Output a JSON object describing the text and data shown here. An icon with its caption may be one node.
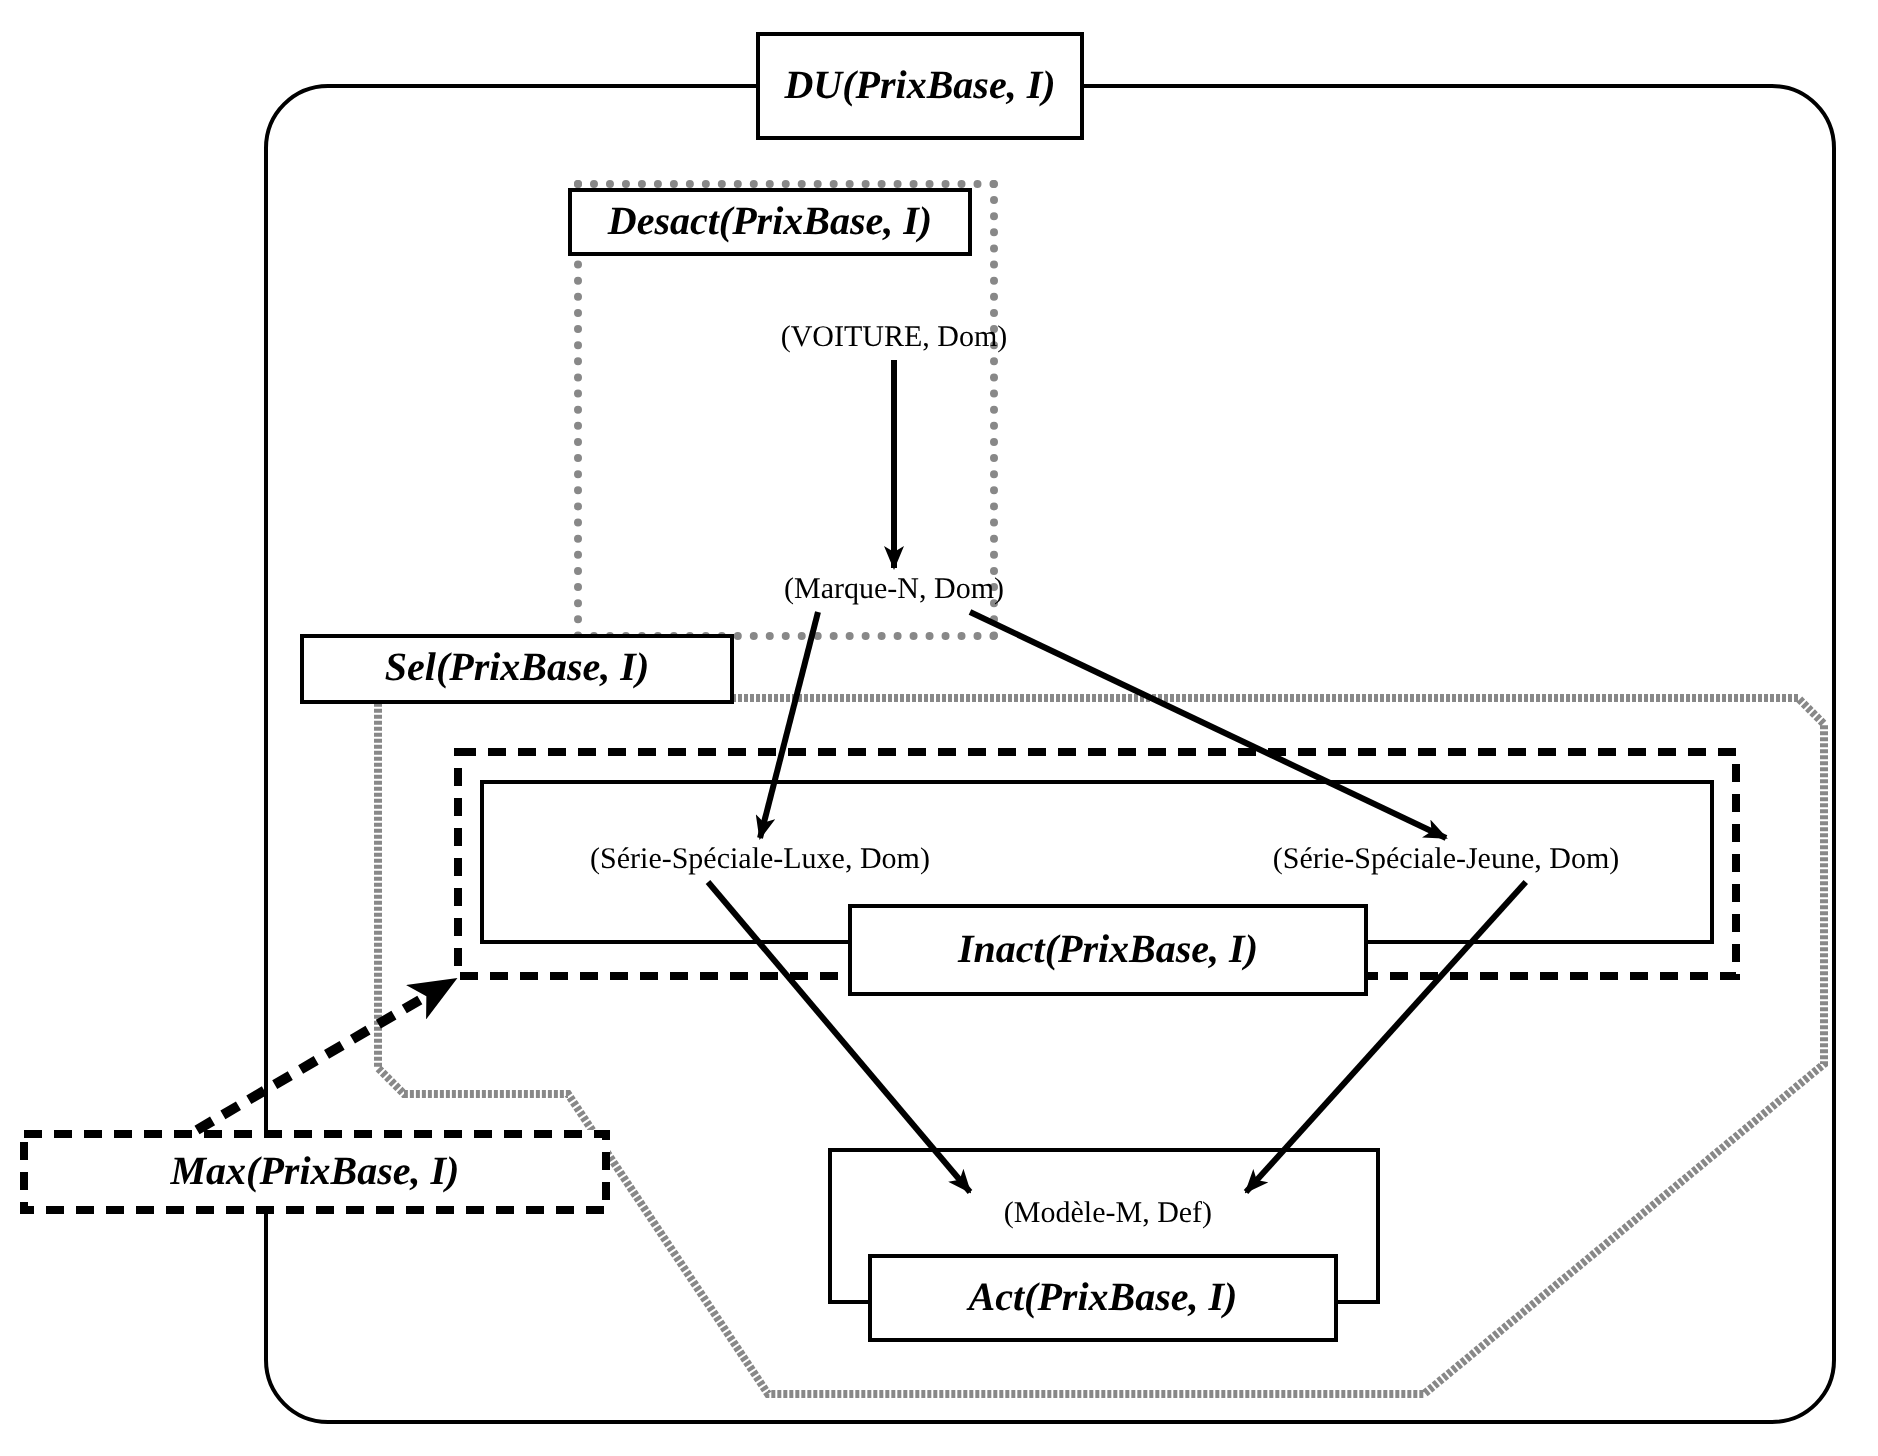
{
  "diagram": {
    "nodes": [
      {
        "text": [
          "DU(PrixBase, I)"
        ]
      },
      {
        "text": [
          "Desact(PrixBase, I)"
        ],
        "in": 0
      },
      {
        "text": [
          "(VOITURE, Dom)"
        ],
        "in": 1
      },
      {
        "text": [
          "(Marque-N, Dom)"
        ],
        "in": 1
      },
      {
        "text": [
          "Sel(PrixBase, I)"
        ],
        "in": 0
      },
      {
        "text": [],
        "shape": "box",
        "in": 4
      },
      {
        "text": [
          "Inact(PrixBase, I)"
        ],
        "in": 5
      },
      {
        "text": [
          "(Série-Spéciale-Luxe, Dom)"
        ],
        "in": 6
      },
      {
        "text": [
          "(Série-Spéciale-Jeune, Dom)"
        ],
        "in": 6
      },
      {
        "text": [
          "Act(PrixBase, I)"
        ],
        "in": 4
      },
      {
        "text": [
          "(Modèle-M, Def)"
        ],
        "in": 9
      },
      {
        "text": [
          "Max(PrixBase, I)"
        ]
      }
    ],
    "edges": [
      {
        "from": 2,
        "to": 3,
        "arrow": "to"
      },
      {
        "from": 3,
        "to": 7,
        "arrow": "to"
      },
      {
        "from": 3,
        "to": 8,
        "arrow": "to"
      },
      {
        "from": 7,
        "to": 10,
        "arrow": "to"
      },
      {
        "from": 8,
        "to": 10,
        "arrow": "to"
      },
      {
        "from": 11,
        "to": 5,
        "arrow": "to",
        "style": "dashed"
      }
    ]
  }
}
